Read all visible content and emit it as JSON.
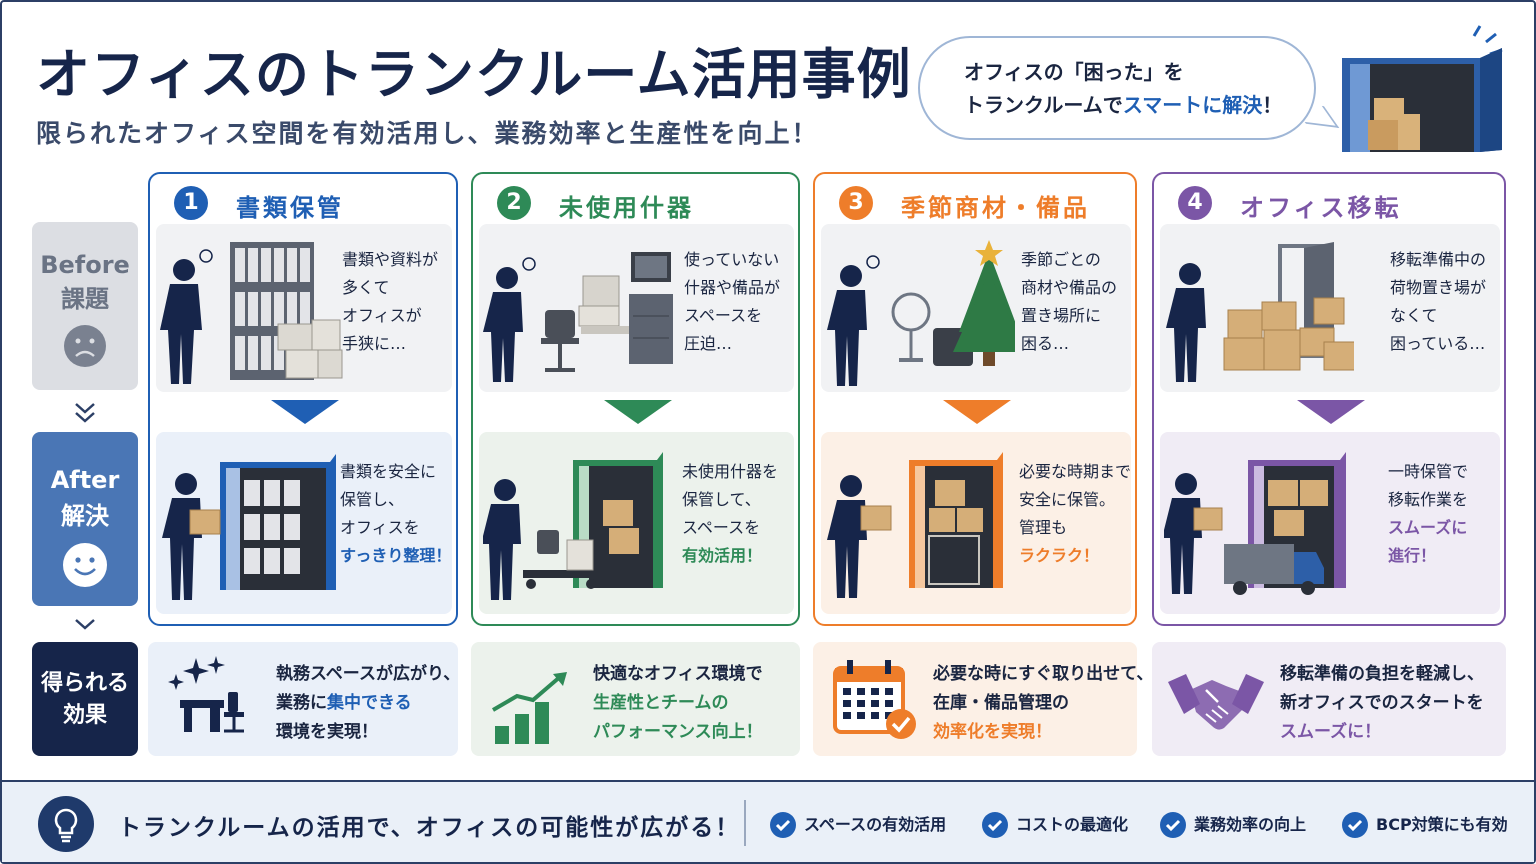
{
  "header": {
    "title": "オフィスのトランクルーム活用事例",
    "subtitle": "限られたオフィス空間を有効活用し、業務効率と生産性を向上！",
    "bubble_line1": "オフィスの「困った」を",
    "bubble_line2_a": "トランクルームで",
    "bubble_line2_hl": "スマートに解決",
    "bubble_line2_b": "！"
  },
  "row_labels": {
    "before_en": "Before",
    "before_jp": "課題",
    "after_en": "After",
    "after_jp": "解決",
    "effect_l1": "得られる",
    "effect_l2": "効果"
  },
  "columns": [
    {
      "num": "1",
      "title": "書類保管",
      "color": "#1f5fb4",
      "tint": "#eaf0f9",
      "before": [
        "書類や資料が",
        "多くて",
        "オフィスが",
        "手狭に…"
      ],
      "after": [
        "書類を安全に",
        "保管し、",
        "オフィスを"
      ],
      "after_hl": "すっきり整理！"
    },
    {
      "num": "2",
      "title": "未使用什器",
      "color": "#2e8a57",
      "tint": "#ecf2ec",
      "before": [
        "使っていない",
        "什器や備品が",
        "スペースを",
        "圧迫…"
      ],
      "after": [
        "未使用什器を",
        "保管して、",
        "スペースを"
      ],
      "after_hl": "有効活用！"
    },
    {
      "num": "3",
      "title": "季節商材・備品",
      "color": "#ee7d2a",
      "tint": "#fcf0e6",
      "before": [
        "季節ごとの",
        "商材や備品の",
        "置き場所に",
        "困る…"
      ],
      "after": [
        "必要な時期まで",
        "安全に保管。",
        "管理も"
      ],
      "after_hl": "ラクラク！"
    },
    {
      "num": "4",
      "title": "オフィス移転",
      "color": "#7b56a6",
      "tint": "#f0ecf5",
      "before": [
        "移転準備中の",
        "荷物置き場が",
        "なくて",
        "困っている…"
      ],
      "after": [
        "一時保管で",
        "移転作業を"
      ],
      "after_hl": "スムーズに",
      "after_hl2": "進行！"
    }
  ],
  "effects": [
    {
      "l1": "執務スペースが広がり、",
      "l2a": "業務に",
      "l2hl": "集中できる",
      "l3": "環境を実現！",
      "color": "#1f5fb4"
    },
    {
      "l1": "快適なオフィス環境で",
      "l2hl": "生産性とチームの",
      "l3hl": "パフォーマンス向上！",
      "color": "#2e8a57"
    },
    {
      "l1": "必要な時にすぐ取り出せて、",
      "l2": "在庫・備品管理の",
      "l3hl": "効率化を実現！",
      "color": "#ee7d2a"
    },
    {
      "l1": "移転準備の負担を軽減し、",
      "l2": "新オフィスでのスタートを",
      "l3hl": "スムーズに！",
      "color": "#7b56a6"
    }
  ],
  "footer": {
    "text": "トランクルームの活用で、オフィスの可能性が広がる！",
    "checks": [
      "スペースの有効活用",
      "コストの最適化",
      "業務効率の向上",
      "BCP対策にも有効"
    ]
  },
  "icons": [
    "lightbulb-icon",
    "check-icon",
    "sad-face-icon",
    "smile-face-icon",
    "chevron-down-icon",
    "calendar-icon",
    "handshake-icon",
    "growth-chart-icon",
    "desk-icon"
  ]
}
